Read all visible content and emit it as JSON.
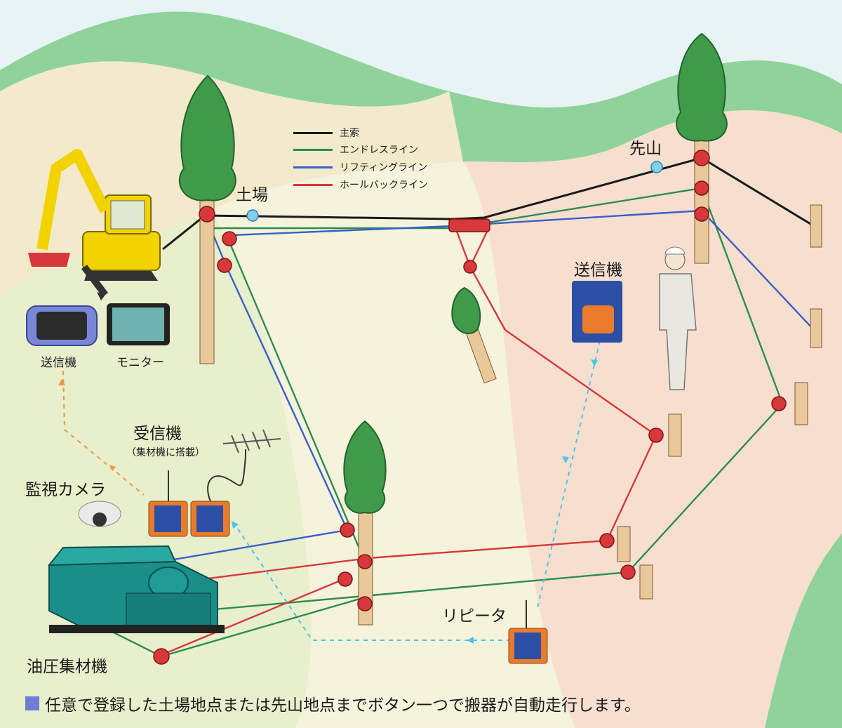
{
  "colors": {
    "main_line": "#1a1a1a",
    "endless_line": "#2e8b4e",
    "lifting_line": "#3a5fc8",
    "haulback_line": "#d8383a",
    "signal_dash": "#4fc3e8",
    "signal_dash_orange": "#e89a4a",
    "footer_square": "#6c7fd0"
  },
  "legend": [
    {
      "label": "主索",
      "color_key": "main_line"
    },
    {
      "label": "エンドレスライン",
      "color_key": "endless_line"
    },
    {
      "label": "リフティングライン",
      "color_key": "lifting_line"
    },
    {
      "label": "ホールバックライン",
      "color_key": "haulback_line"
    }
  ],
  "labels": {
    "doba": "土場",
    "sakiyama": "先山",
    "transmitter_right": "送信機",
    "transmitter_left": "送信機",
    "monitor": "モニター",
    "receiver": "受信機",
    "receiver_note": "（集材機に搭載）",
    "camera": "監視カメラ",
    "repeater": "リピータ",
    "yarder": "油圧集材機"
  },
  "footer": {
    "text": "任意で登録した土場地点または先山地点までボタン一つで搬器が自動走行します。"
  }
}
